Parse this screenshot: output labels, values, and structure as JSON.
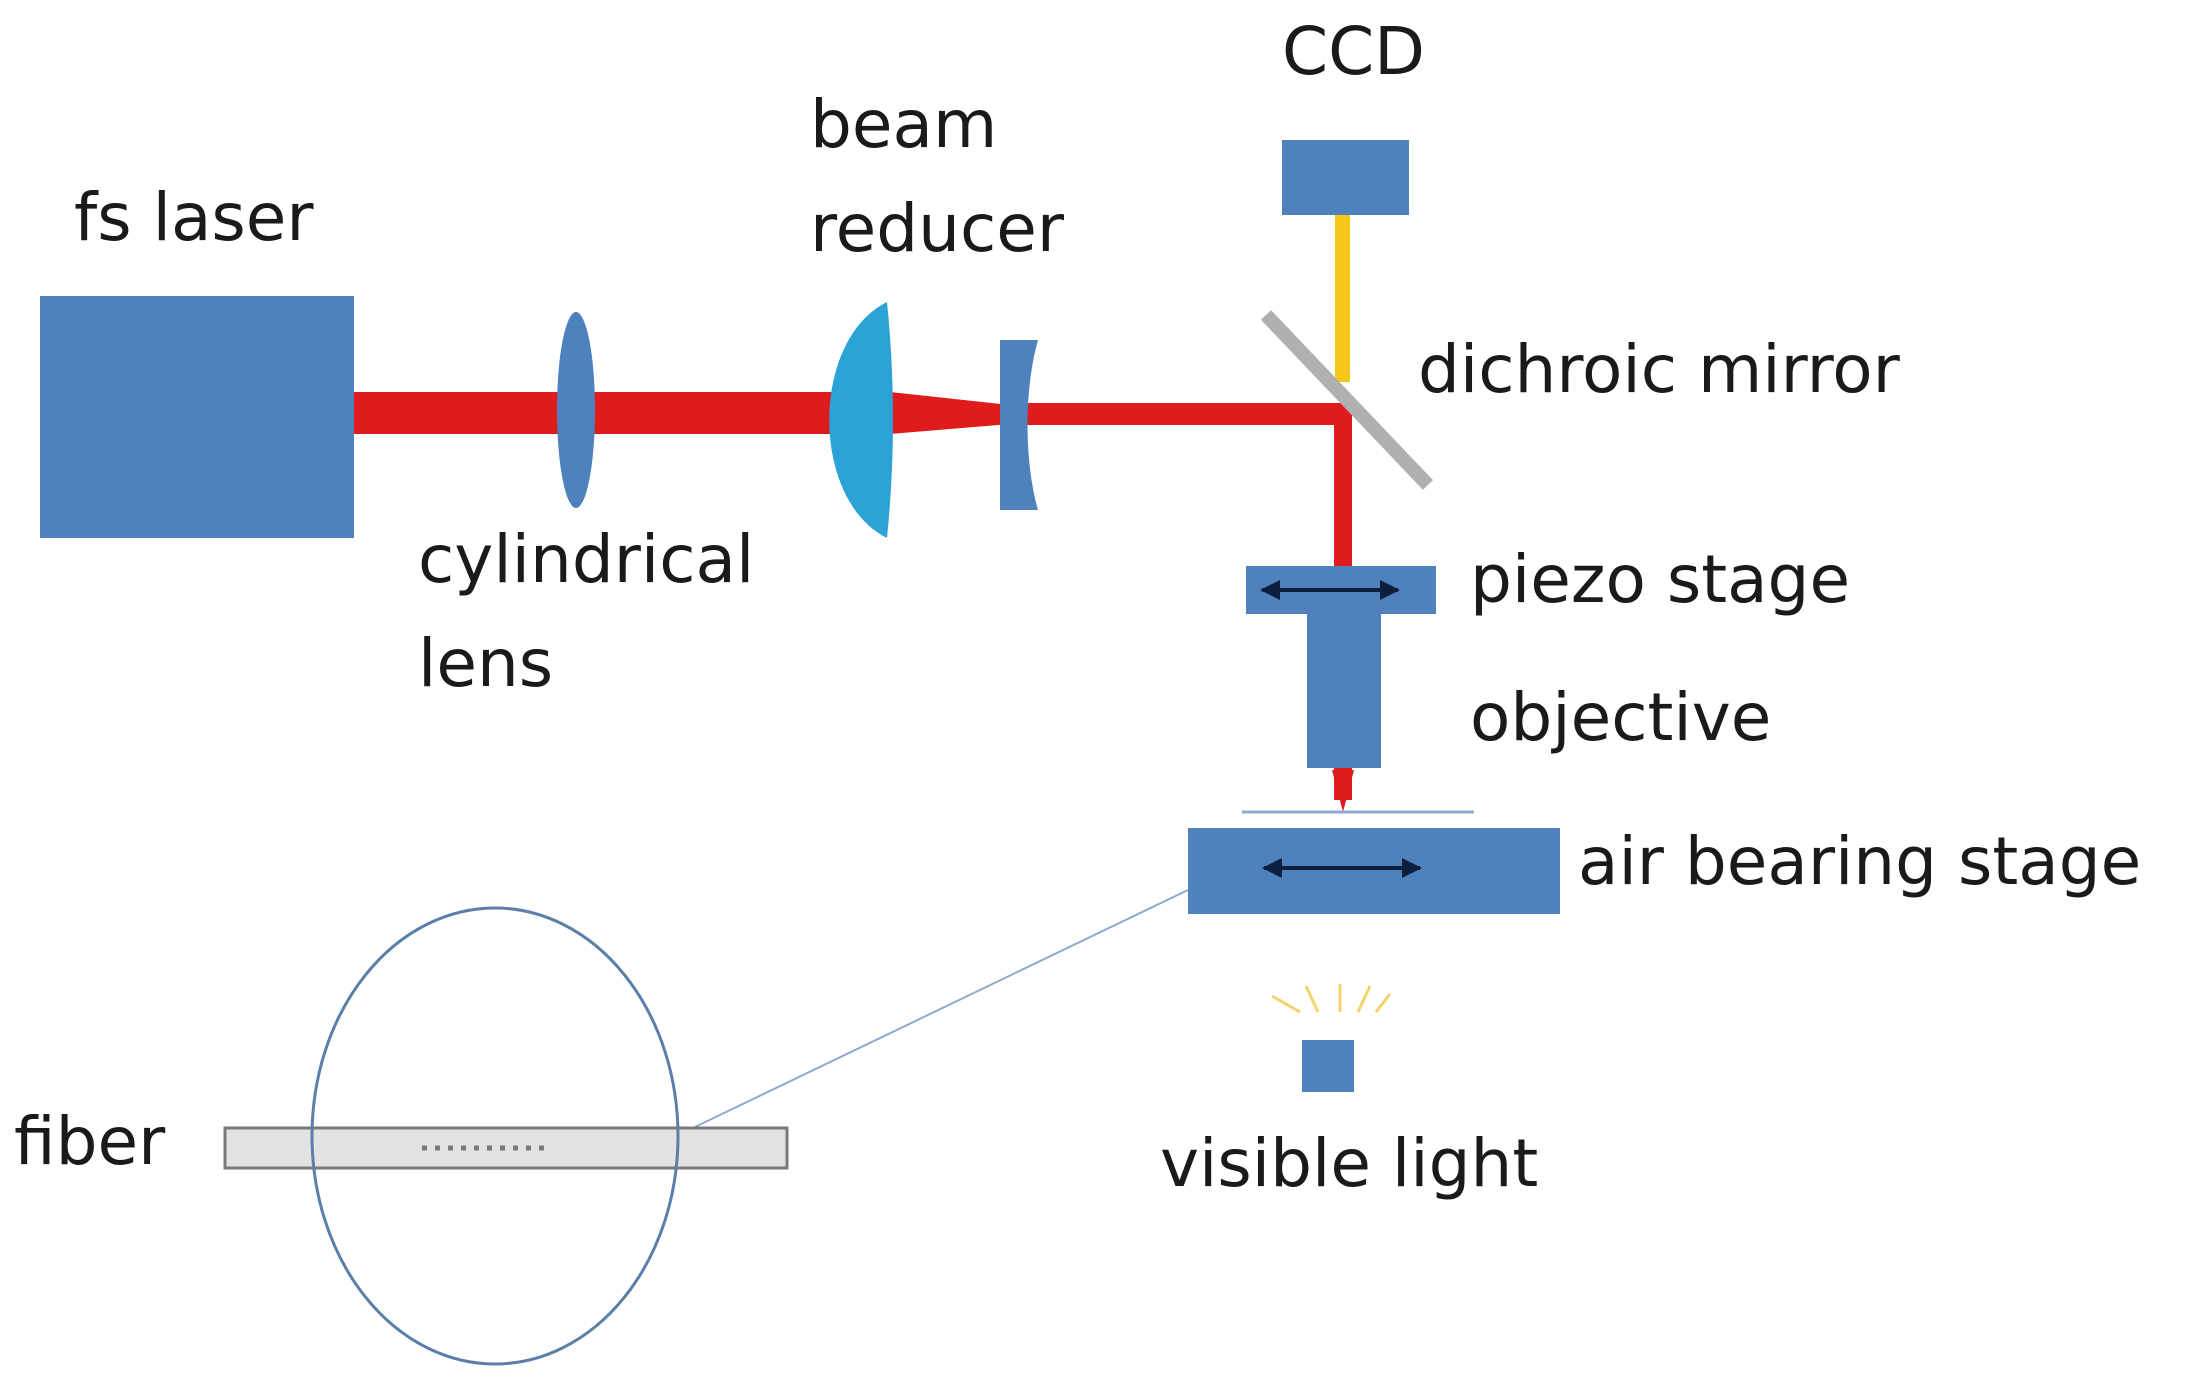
{
  "labels": {
    "fs_laser": "fs laser",
    "cylindrical_lens_line1": "cylindrical",
    "cylindrical_lens_line2": "lens",
    "beam_reducer_line1": "beam",
    "beam_reducer_line2": "reducer",
    "ccd": "CCD",
    "dichroic_mirror": "dichroic mirror",
    "piezo_stage": "piezo stage",
    "objective": "objective",
    "air_bearing_stage": "air bearing stage",
    "visible_light": "visible light",
    "fiber": "fiber"
  },
  "colors": {
    "component_fill": "#4f81bd",
    "lens_fill": "#2ba3d6",
    "laser_beam": "#e01b1b",
    "ccd_beam": "#f5c518",
    "mirror": "#b0b0b0",
    "fiber_fill": "#e2e2e2",
    "fiber_stroke": "#7a7a7a",
    "magnifier_stroke": "#5b7fa8",
    "arrow": "#0d1f3c",
    "text": "#1a1a1a"
  }
}
